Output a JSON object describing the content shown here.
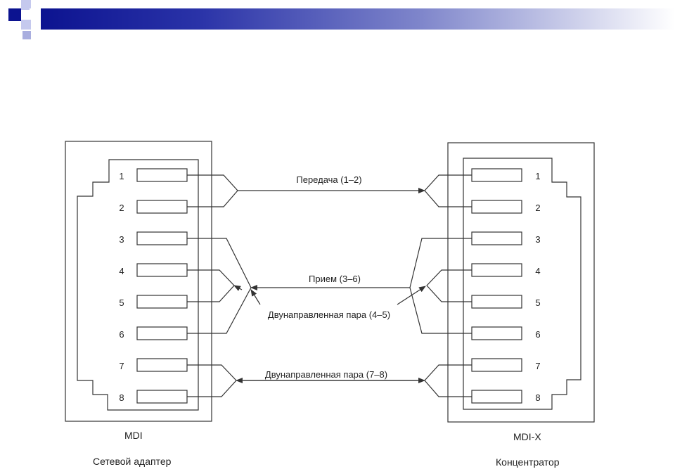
{
  "diagram": {
    "pins": [
      "1",
      "2",
      "3",
      "4",
      "5",
      "6",
      "7",
      "8"
    ],
    "connections": {
      "transmit": "Передача (1–2)",
      "receive": "Прием (3–6)",
      "bidir_45": "Двунаправленная пара (4–5)",
      "bidir_78": "Двунаправленная пара (7–8)"
    },
    "left_device": {
      "port": "MDI",
      "name": "Сетевой адаптер"
    },
    "right_device": {
      "port": "MDI-X",
      "name": "Концентратор"
    }
  },
  "colors": {
    "header_dark": "#0c1390",
    "header_light": "#9da3db",
    "line": "#333333"
  }
}
